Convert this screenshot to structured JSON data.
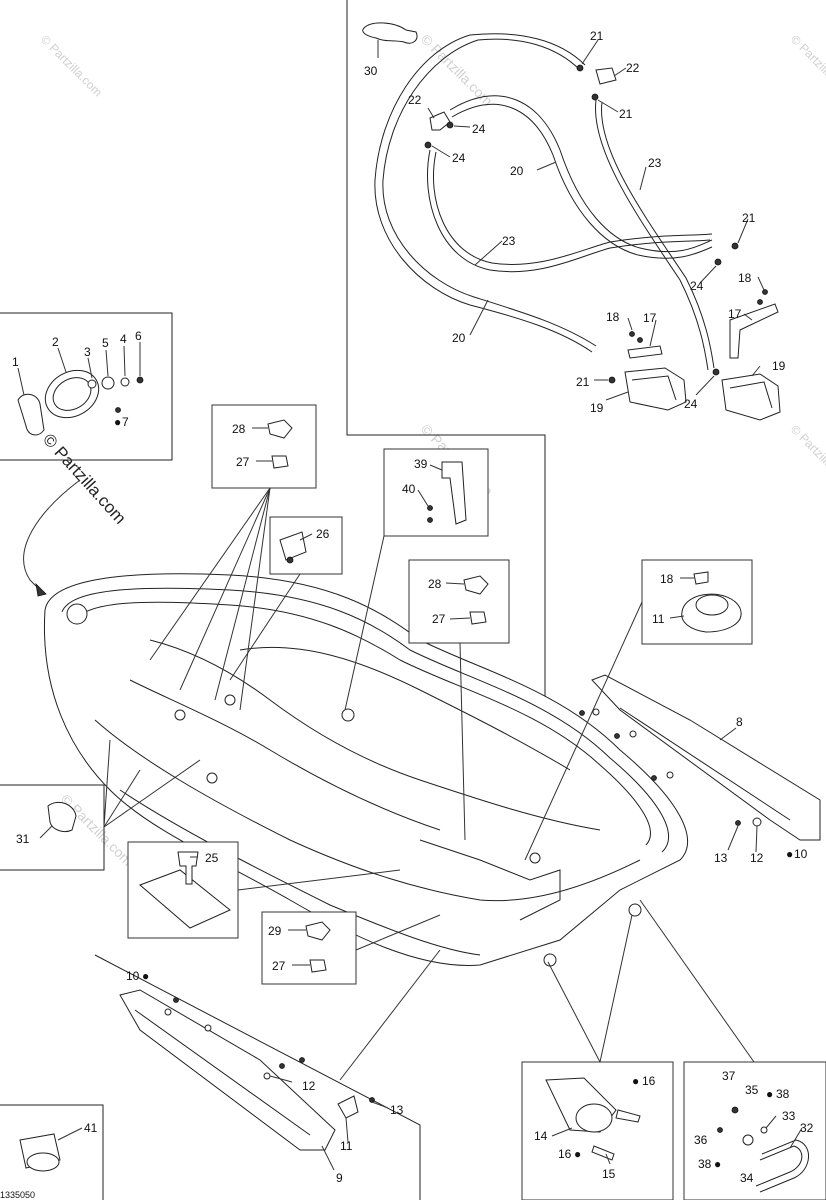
{
  "watermarks": {
    "main": "© Partzilla.com",
    "small": "© Partzilla.com"
  },
  "drawing_code": "1335050",
  "drop_symbol": "●",
  "labels": {
    "p1": "1",
    "p2": "2",
    "p3": "3",
    "p4": "4",
    "p5": "5",
    "p6": "6",
    "p7": "7",
    "p8": "8",
    "p9": "9",
    "p10a": "10",
    "p10b": "10",
    "p11a": "11",
    "p11b": "11",
    "p12a": "12",
    "p12b": "12",
    "p13a": "13",
    "p13b": "13",
    "p14": "14",
    "p15": "15",
    "p16a": "16",
    "p16b": "16",
    "p17a": "17",
    "p17b": "17",
    "p18a": "18",
    "p18b": "18",
    "p18c": "18",
    "p19a": "19",
    "p19b": "19",
    "p20a": "20",
    "p20b": "20",
    "p21a": "21",
    "p21b": "21",
    "p21c": "21",
    "p21d": "21",
    "p22a": "22",
    "p22b": "22",
    "p23a": "23",
    "p23b": "23",
    "p24a": "24",
    "p24b": "24",
    "p24c": "24",
    "p24d": "24",
    "p25": "25",
    "p26": "26",
    "p27a": "27",
    "p27b": "27",
    "p27c": "27",
    "p28a": "28",
    "p28b": "28",
    "p29": "29",
    "p30": "30",
    "p31": "31",
    "p32": "32",
    "p33": "33",
    "p34": "34",
    "p35": "35",
    "p36": "36",
    "p37": "37",
    "p38a": "38",
    "p38b": "38",
    "p39": "39",
    "p40": "40",
    "p41": "41"
  }
}
